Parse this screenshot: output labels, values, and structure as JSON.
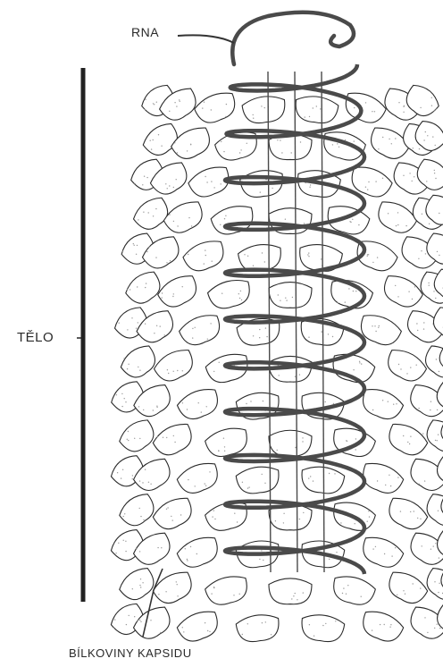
{
  "labels": {
    "rna": "RNA",
    "body": "TĚLO",
    "capsid": "BÍLKOVINY KAPSIDU"
  },
  "colors": {
    "ink": "#2a2a2a",
    "helix": "#4a4a4a",
    "scale_fill": "#ffffff",
    "stipple": "#9a9a9a"
  },
  "figure": {
    "subject": "tobacco mosaic virus",
    "helix_turns": 11,
    "capsid_rows": 15
  }
}
